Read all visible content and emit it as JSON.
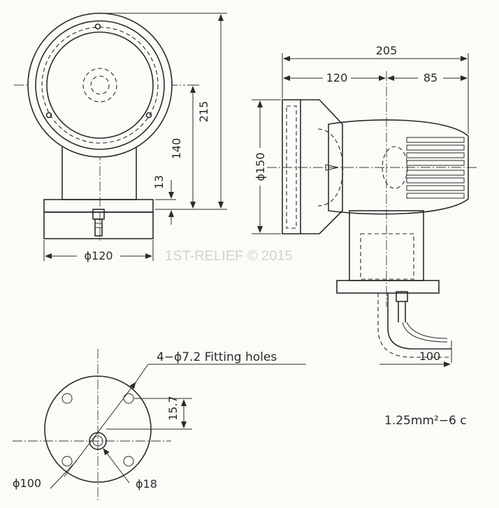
{
  "dimensions": {
    "height_total": "215",
    "height_axis": "140",
    "base_thickness": "13",
    "base_dia_front": "ϕ120",
    "length_total": "205",
    "length_front": "120",
    "length_rear": "85",
    "body_dia": "ϕ150",
    "cable_length": "100",
    "hole_offset": "15.7",
    "base_dia_bottom": "ϕ100",
    "cable_hole_dia": "ϕ18"
  },
  "notes": {
    "fitting_holes": "4−ϕ7.2 Fitting holes",
    "cable_spec": "1.25mm²−6 c"
  },
  "watermark": "1ST-RELIEF © 2015",
  "colors": {
    "line": "#2a2a2a",
    "paper": "#fbfbf7",
    "watermark": "#d2d2d2"
  }
}
